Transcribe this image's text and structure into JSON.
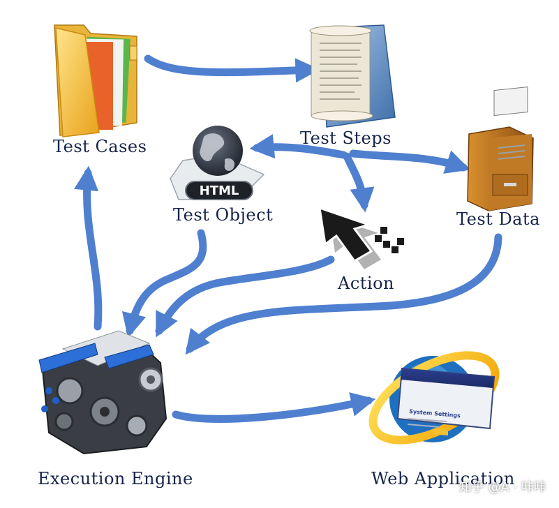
{
  "colors": {
    "arrow": "#4f7fcf",
    "label_text": "#16244a"
  },
  "nodes": {
    "test_cases": {
      "label": "Test Cases",
      "icon": "folder-icon"
    },
    "test_steps": {
      "label": "Test Steps",
      "icon": "scroll-document-icon"
    },
    "test_object": {
      "label": "Test Object",
      "icon": "html-globe-icon",
      "badge": "HTML"
    },
    "test_data": {
      "label": "Test Data",
      "icon": "file-cabinet-icon"
    },
    "action": {
      "label": "Action",
      "icon": "mouse-cursor-icon"
    },
    "execution_engine": {
      "label": "Execution Engine",
      "icon": "engine-icon"
    },
    "web_application": {
      "label": "Web Application",
      "icon": "web-app-icon",
      "screen_title": "System Settings"
    }
  },
  "watermark": "知乎 @A · 咔咔"
}
